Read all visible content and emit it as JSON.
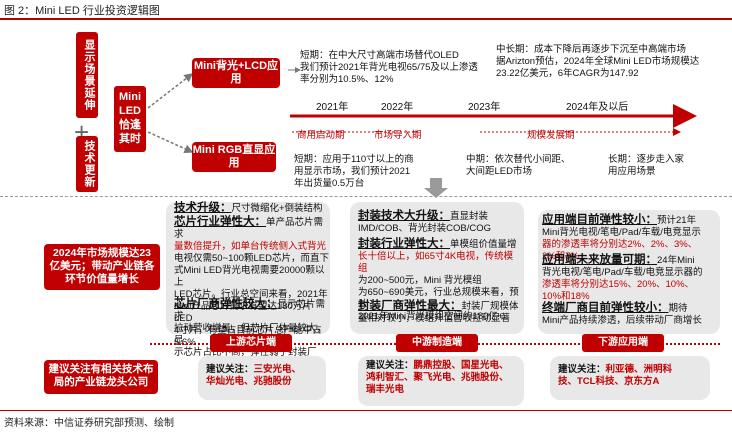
{
  "title": "图 2：Mini LED 行业投资逻辑图",
  "left_top": {
    "scenario": "显示场景延伸",
    "tech": "技术更新",
    "center": "Mini LED恰逢其时"
  },
  "apps": {
    "backlight": "Mini背光+LCD应用",
    "rgb": "Mini RGB直显应用"
  },
  "short_term_backlight": [
    "短期：在中大尺寸高端市场替代OLED",
    "我们预计2021年背光电视65/75及以上渗透",
    "率分别为10.5%、12%"
  ],
  "mid_long_term": [
    "中长期：成本下降后再逐步下沉至中高端市场",
    "据Arizton预估，2024年全球Mini LED市场规模达",
    "23.22亿美元，6年CAGR为147.92"
  ],
  "timeline": {
    "years": [
      "2021年",
      "2022年",
      "2023年",
      "2024年及以后"
    ],
    "stages": [
      "商用启动期",
      "市场导入期",
      "规模发展期"
    ]
  },
  "short_term_rgb": [
    "短期：应用于110寸以上的商",
    "用显示市场，我们预计2021",
    "年出货量0.5万台"
  ],
  "mid_term_rgb": [
    "中期：依次替代小间距、",
    "大间距LED市场"
  ],
  "long_term_rgb": [
    "长期：逐步走入家",
    "用应用场景"
  ],
  "market": "2024年市场规模达23亿美元；带动产业链各环节价值量增长",
  "upstream": {
    "tech_label": "技术升级：",
    "tech_text": "尺寸微缩化+倒装结构",
    "h1": "芯片行业弹性大：",
    "t1": [
      "单产品芯片需求",
      "量数倍提升，如单台传统侧入式背光",
      "电视仅需50~100颗LED芯片，而直下",
      "式Mini LED背光电视需要20000颗以上",
      "LED芯片。行业总空间来看，2021年",
      "Mini产品芯片需求有望达130万片LED",
      "4寸片，有望占目前芯片总产能中占5.6%"
    ],
    "h2": "芯片厂商弹性较大：",
    "t2": [
      "显示芯片需求",
      "拉动营收增量，但芯片厂体量较大，显",
      "示芯片占比不高，弹性弱于封装厂"
    ],
    "label": "上游芯片端",
    "advice_label": "建议关注：",
    "advice": [
      "三安光电、",
      "华灿光电、兆驰股份"
    ]
  },
  "midstream": {
    "h0": "封装技术大升级：",
    "t0": [
      "直显封装",
      "IMD/COB、背光封装COB/COG"
    ],
    "h1": "封装行业弹性大：",
    "t1": [
      "单模组价值量增",
      "长十倍以上，如65寸4K电视，传统模组",
      "为200~500元，Mini 背光模组",
      "为650~690美元，行业总规模来看，预计",
      "2021年Mini背光模组空间约180亿+"
    ],
    "h2": "封装厂商弹性最大：",
    "t2": [
      "封装厂规模体",
      "量相对较小，模组升值营收拉动显著"
    ],
    "label": "中游制造端",
    "advice_label": "建议关注：",
    "advice": [
      "鹏鼎控股、国星光电、",
      "鸿利智汇、聚飞光电、兆驰股份、",
      "瑞丰光电"
    ]
  },
  "downstream": {
    "h1": "应用端目前弹性较小：",
    "t1": [
      "预计21年",
      "Mini背光电视/笔电/Pad/车载/电竞显示",
      "器的渗透率将分别达2%、2%、3%、",
      "2%和7%"
    ],
    "h2": "应用端未来放量可期：",
    "t2": [
      "24年Mini",
      "背光电视/笔电/Pad/车载/电竞显示器的",
      "渗透率将分别达15%、20%、10%、",
      "10%和18%"
    ],
    "h3": "终端厂商目前弹性较小：",
    "t3": [
      "期待",
      "Mini产品持续渗透，后续带动厂商增长"
    ],
    "label": "下游应用端",
    "advice_label": "建议关注：",
    "advice": [
      "利亚德、洲明科",
      "技、TCL科技、京东方A"
    ]
  },
  "recommend": "建议关注有相关技术布局的产业链龙头公司",
  "source": "资料来源：中信证券研究部预测、绘制",
  "colors": {
    "accent": "#c00000",
    "panel": "#e8e8e8"
  }
}
